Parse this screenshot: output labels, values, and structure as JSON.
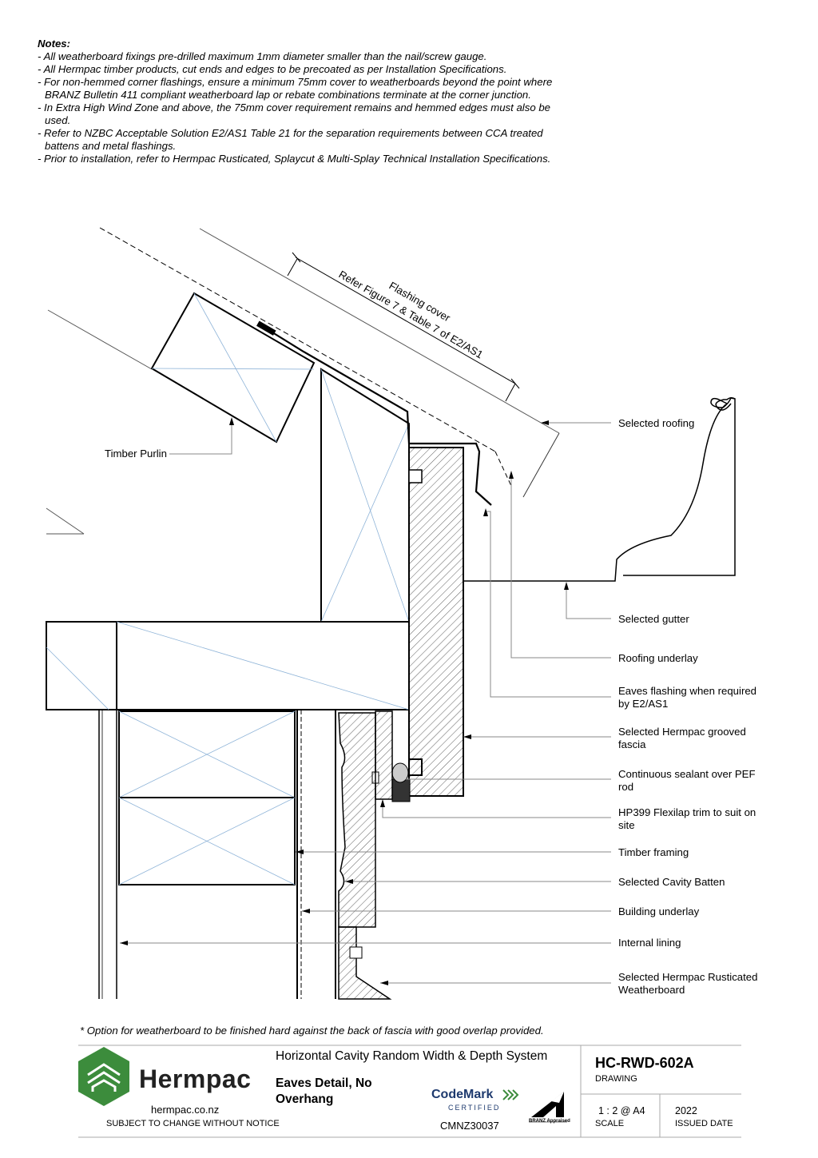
{
  "notes": {
    "title": "Notes:",
    "items": [
      "- All weatherboard fixings pre-drilled maximum 1mm diameter smaller than the nail/screw gauge.",
      "- All Hermpac timber products, cut ends and edges to be precoated as per Installation Specifications.",
      "- For non-hemmed corner flashings, ensure a minimum 75mm cover to weatherboards beyond the point where BRANZ Bulletin 411 compliant weatherboard lap or rebate combinations terminate at the corner junction.",
      "- In Extra High Wind Zone and above, the 75mm cover requirement remains and hemmed edges must also be used.",
      "- Refer to NZBC Acceptable Solution E2/AS1 Table 21 for the separation requirements between CCA treated battens and metal flashings.",
      "- Prior to installation, refer to Hermpac Rusticated, Splaycut & Multi-Splay Technical Installation Specifications."
    ]
  },
  "drawing": {
    "flashing_cover": "Flashing cover",
    "flashing_ref": "Refer Figure 7 & Table 7 of E2/AS1",
    "timber_purlin": "Timber Purlin",
    "labels": {
      "roofing": "Selected roofing",
      "gutter": "Selected gutter",
      "underlay": "Roofing underlay",
      "eaves_flashing_1": "Eaves flashing when required",
      "eaves_flashing_2": "by E2/AS1",
      "fascia_1": "Selected Hermpac grooved",
      "fascia_2": "fascia",
      "sealant_1": "Continuous sealant over PEF",
      "sealant_2": "rod",
      "trim_1": "HP399 Flexilap trim to suit on",
      "trim_2": "site",
      "framing": "Timber framing",
      "batten": "Selected Cavity Batten",
      "building_underlay": "Building underlay",
      "lining": "Internal lining",
      "weatherboard_1": "Selected Hermpac Rusticated",
      "weatherboard_2": "Weatherboard"
    }
  },
  "footnote": "* Option for weatherboard to be finished hard against the back of fascia with good overlap provided.",
  "title_block": {
    "brand": "Hermpac",
    "website": "hermpac.co.nz",
    "disclaimer": "SUBJECT TO CHANGE WITHOUT NOTICE",
    "system": "Horizontal Cavity Random Width & Depth System",
    "detail_1": "Eaves Detail, No",
    "detail_2": "Overhang",
    "codemark": "CodeMark",
    "certified": "CERTIFIED",
    "cert_no": "CMNZ30037",
    "branz": "BRANZ Appraised",
    "drawing_no": "HC-RWD-602A",
    "drawing_label": "DRAWING",
    "scale": "1 : 2 @ A4",
    "scale_label": "SCALE",
    "year": "2022",
    "issued_label": "ISSUED DATE"
  },
  "colors": {
    "brand_green": "#3c8c3c",
    "leader_grey": "#808080",
    "cross_blue": "#8fb4d8"
  }
}
